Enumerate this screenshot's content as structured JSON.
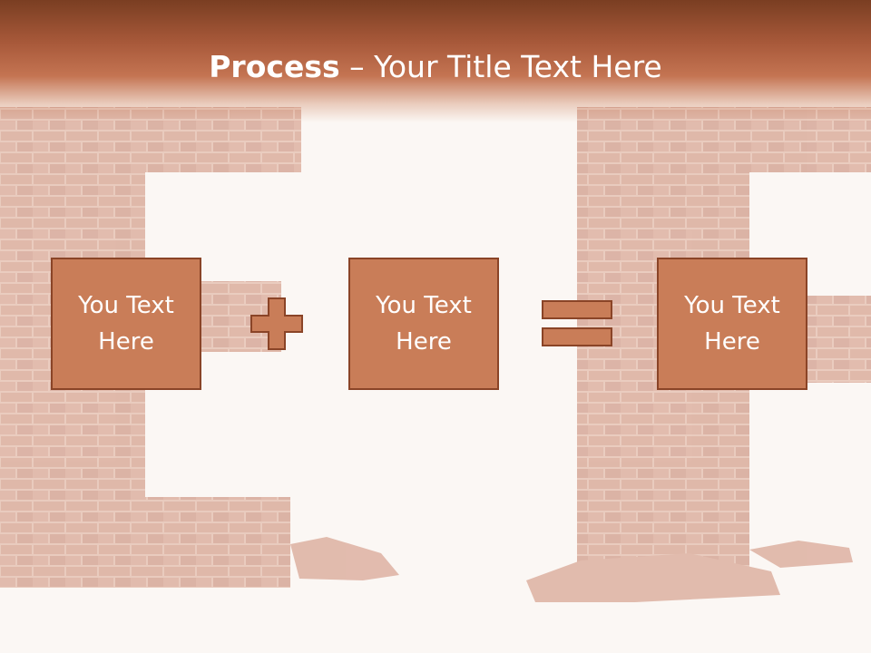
{
  "slide": {
    "title_strong": "Process",
    "title_rest": " – Your Title Text Here",
    "boxes": [
      {
        "label": "You Text Here"
      },
      {
        "label": "You Text Here"
      },
      {
        "label": "You Text Here"
      }
    ],
    "operators": [
      "plus-icon",
      "equals-icon"
    ],
    "colors": {
      "header": "#9c4f30",
      "box_fill": "#c97d58",
      "box_border": "#8a4427",
      "brick": "#c47a60"
    }
  }
}
